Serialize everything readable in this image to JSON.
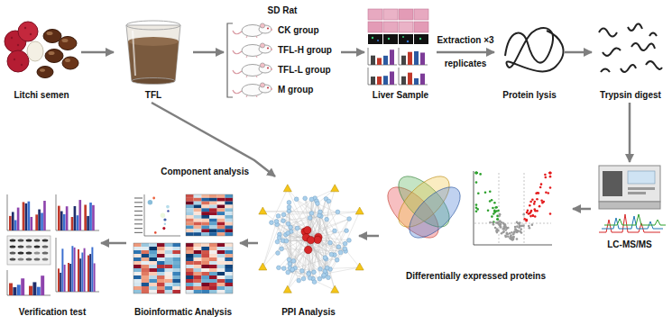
{
  "diagram": {
    "nodes": [
      {
        "text": [
          "Litchi semen"
        ]
      },
      {
        "text": [
          "TFL"
        ]
      },
      {
        "text": [
          "SD Rat"
        ]
      },
      {
        "text": [
          "CK group"
        ],
        "in": 2
      },
      {
        "text": [
          "TFL-H group"
        ],
        "in": 2
      },
      {
        "text": [
          "TFL-L group"
        ],
        "in": 2
      },
      {
        "text": [
          "M group"
        ],
        "in": 2
      },
      {
        "text": [
          "Liver Sample"
        ]
      },
      {
        "text": [
          "Protein lysis"
        ]
      },
      {
        "text": [
          "Trypsin digest"
        ]
      },
      {
        "text": [
          "LC-MS/MS"
        ]
      },
      {
        "text": [
          "Differentially expressed proteins"
        ]
      },
      {
        "text": [
          "PPI Analysis"
        ]
      },
      {
        "text": [
          "Bioinformatic Analysis"
        ]
      },
      {
        "text": [
          "Verification test"
        ]
      }
    ],
    "edges": [
      {
        "from": 0,
        "to": 1,
        "arrow": "to"
      },
      {
        "from": 1,
        "to": 2,
        "arrow": "to"
      },
      {
        "from": 2,
        "to": 7,
        "arrow": "to"
      },
      {
        "from": 7,
        "to": 8,
        "label": "Extraction ×3 replicates",
        "arrow": "to"
      },
      {
        "from": 8,
        "to": 9,
        "arrow": "to"
      },
      {
        "from": 9,
        "to": 10,
        "arrow": "to"
      },
      {
        "from": 10,
        "to": 11,
        "arrow": "to"
      },
      {
        "from": 11,
        "to": 12,
        "arrow": "to"
      },
      {
        "from": 12,
        "to": 13,
        "arrow": "to"
      },
      {
        "from": 13,
        "to": 14,
        "arrow": "to"
      },
      {
        "from": 1,
        "to": 12,
        "label": "Component analysis",
        "arrow": "to"
      }
    ]
  }
}
